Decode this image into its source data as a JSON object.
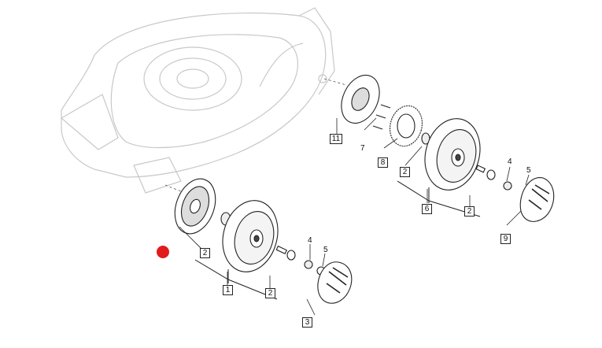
{
  "diagram": {
    "labels": {
      "p1": "1",
      "p2a": "2",
      "p2b": "2",
      "p2c": "2",
      "p2d": "2",
      "p3": "3",
      "p4a": "4",
      "p4b": "4",
      "p5a": "5",
      "p5b": "5",
      "p6": "6",
      "p7": "7",
      "p8": "8",
      "p9": "9",
      "p11": "11"
    },
    "colors": {
      "line": "#222222",
      "deck_line": "#c8c8c8",
      "marker": "#e01b1b"
    }
  }
}
